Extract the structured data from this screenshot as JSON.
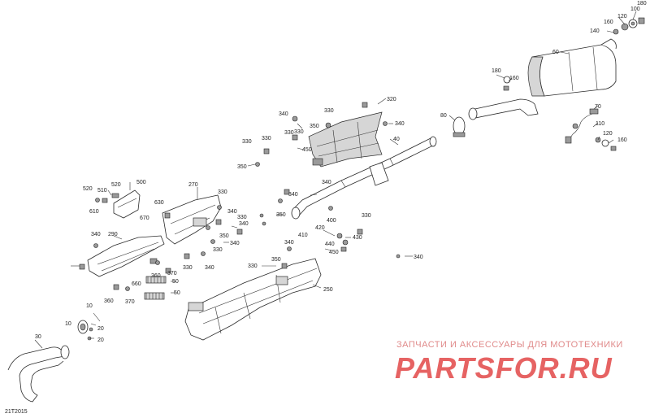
{
  "diagram": {
    "code": "21T2015",
    "labels": [
      {
        "text": "100"
      },
      {
        "text": "180"
      },
      {
        "text": "160"
      },
      {
        "text": "120"
      },
      {
        "text": "140"
      },
      {
        "text": "60"
      },
      {
        "text": "180"
      },
      {
        "text": "160"
      },
      {
        "text": "70"
      },
      {
        "text": "80"
      },
      {
        "text": "110"
      },
      {
        "text": "120"
      },
      {
        "text": "160"
      },
      {
        "text": "40"
      },
      {
        "text": "320"
      },
      {
        "text": "340"
      },
      {
        "text": "330"
      },
      {
        "text": "350"
      },
      {
        "text": "330"
      },
      {
        "text": "330"
      },
      {
        "text": "330"
      },
      {
        "text": "340"
      },
      {
        "text": "450"
      },
      {
        "text": "330"
      },
      {
        "text": "350"
      },
      {
        "text": "340"
      },
      {
        "text": "340"
      },
      {
        "text": "350"
      },
      {
        "text": "330"
      },
      {
        "text": "420"
      },
      {
        "text": "400"
      },
      {
        "text": "410"
      },
      {
        "text": "430"
      },
      {
        "text": "440"
      },
      {
        "text": "340"
      },
      {
        "text": "450"
      },
      {
        "text": "340"
      },
      {
        "text": "330"
      },
      {
        "text": "350"
      },
      {
        "text": "250"
      },
      {
        "text": "500"
      },
      {
        "text": "520"
      },
      {
        "text": "510"
      },
      {
        "text": "520"
      },
      {
        "text": "610"
      },
      {
        "text": "270"
      },
      {
        "text": "330"
      },
      {
        "text": "630"
      },
      {
        "text": "670"
      },
      {
        "text": "340"
      },
      {
        "text": "330"
      },
      {
        "text": "350"
      },
      {
        "text": "340"
      },
      {
        "text": "340"
      },
      {
        "text": "290"
      },
      {
        "text": "340"
      },
      {
        "text": "330"
      },
      {
        "text": "370"
      },
      {
        "text": "330"
      },
      {
        "text": "340"
      },
      {
        "text": "360"
      },
      {
        "text": "660"
      },
      {
        "text": "50"
      },
      {
        "text": "360"
      },
      {
        "text": "370"
      },
      {
        "text": "50"
      },
      {
        "text": "10"
      },
      {
        "text": "20"
      },
      {
        "text": "10"
      },
      {
        "text": "20"
      },
      {
        "text": "30"
      }
    ]
  },
  "watermark": {
    "subtitle": "ЗАПЧАСТИ И АКСЕССУАРЫ ДЛЯ МОТОТЕХНИКИ",
    "logo": "PARTSFOR.RU",
    "colors": {
      "subtitle": "#e08a8a",
      "logo": "#e24848"
    }
  }
}
